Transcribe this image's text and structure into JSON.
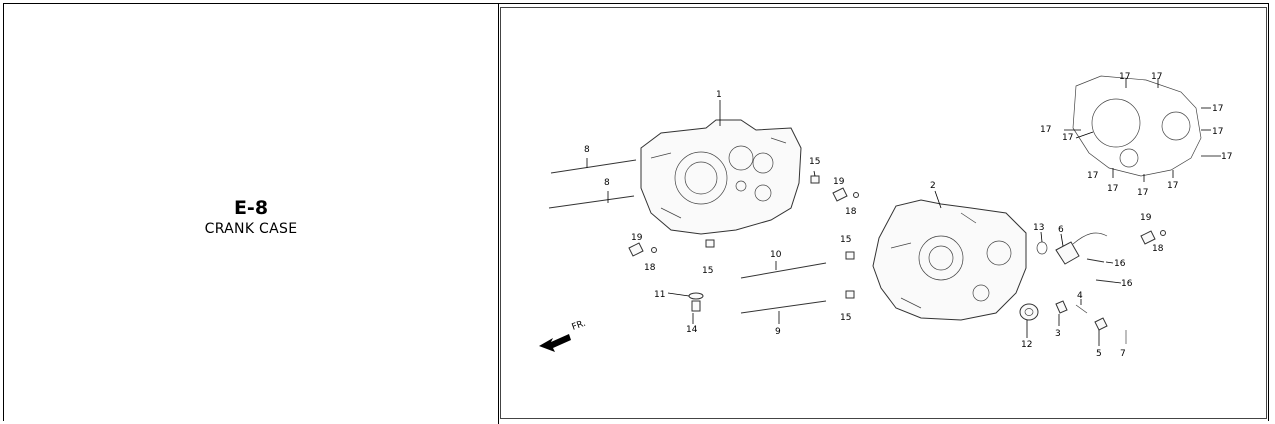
{
  "section": {
    "code": "E-8",
    "name": "CRANK CASE"
  },
  "diagram": {
    "direction_label": "FR.",
    "callouts": [
      "1",
      "2",
      "3",
      "4",
      "5",
      "6",
      "7",
      "8",
      "9",
      "10",
      "11",
      "12",
      "13",
      "14",
      "15",
      "16",
      "17",
      "18",
      "19"
    ]
  }
}
